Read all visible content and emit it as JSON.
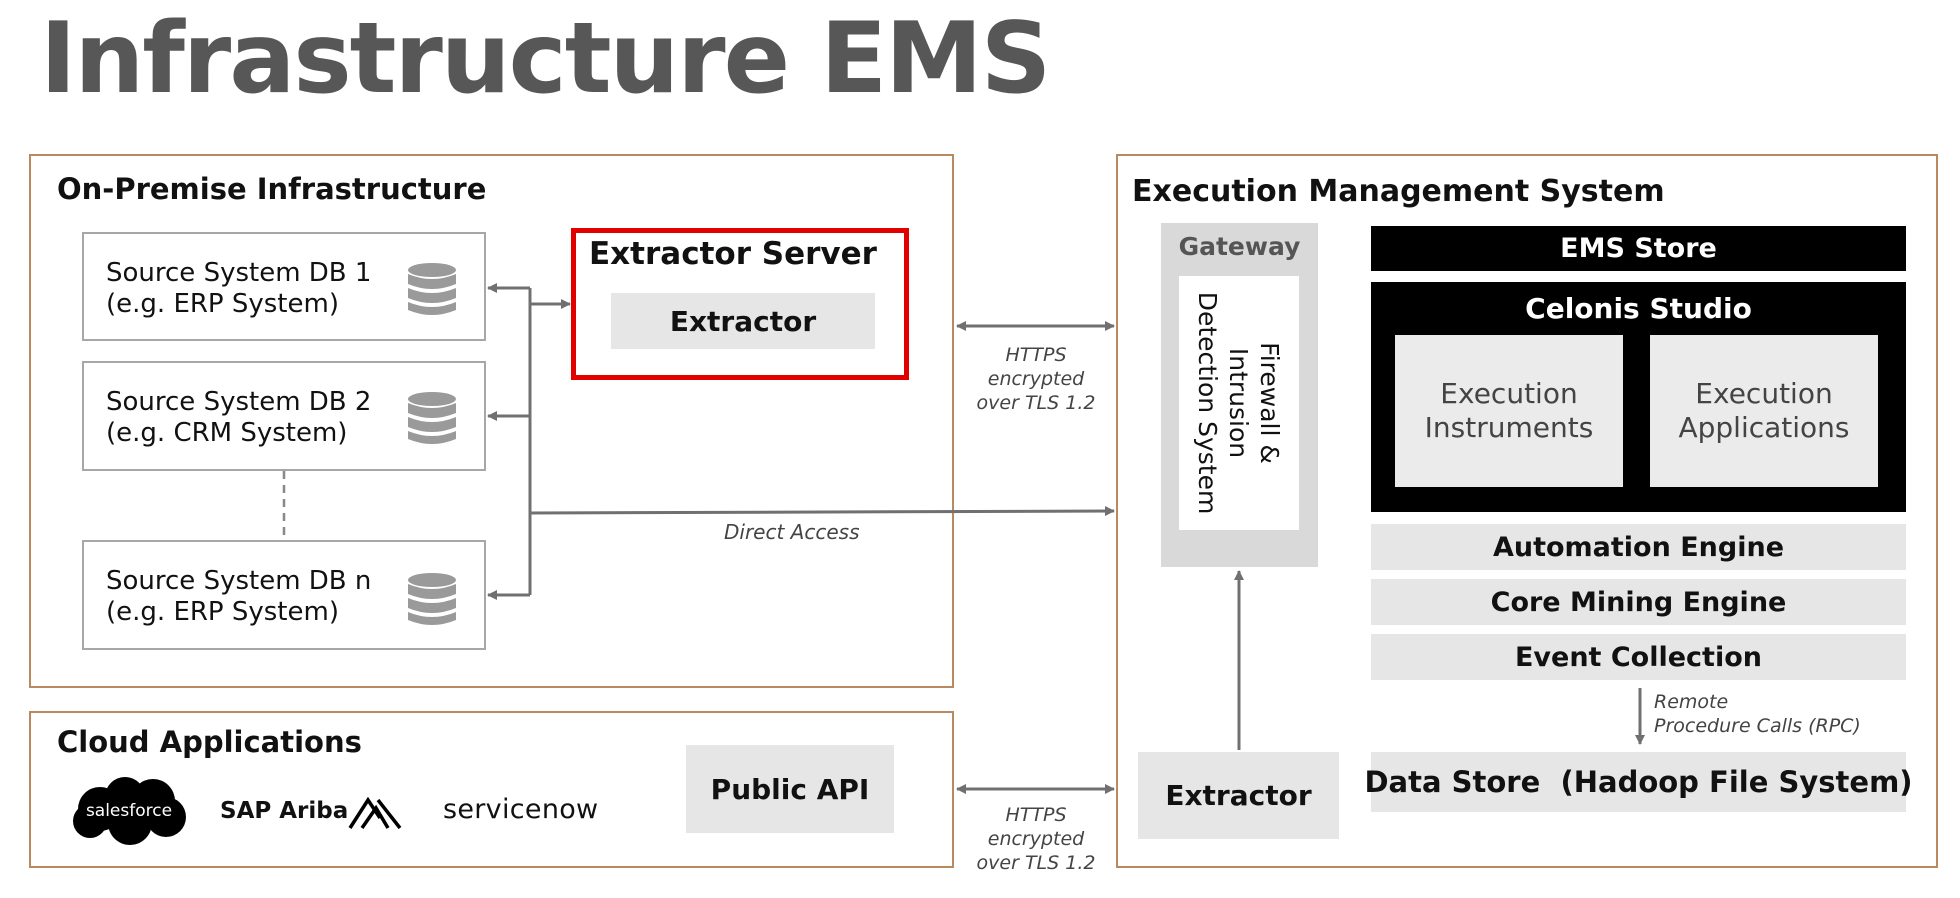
{
  "title": "Infrastructure EMS",
  "on_premise": {
    "title": "On-Premise Infrastructure",
    "databases": [
      {
        "line1": "Source System DB 1",
        "line2": "(e.g. ERP System)",
        "icon": "database-icon"
      },
      {
        "line1": "Source System DB 2",
        "line2": "(e.g. CRM System)",
        "icon": "database-icon"
      },
      {
        "line1": "Source System DB n",
        "line2": "(e.g. ERP System)",
        "icon": "database-icon"
      }
    ],
    "extractor_server": {
      "title": "Extractor Server",
      "inner": "Extractor"
    },
    "direct_access": "Direct Access"
  },
  "connections": {
    "https_top": [
      "HTTPS",
      "encrypted",
      "over TLS 1.2"
    ],
    "https_bottom": [
      "HTTPS",
      "encrypted",
      "over TLS 1.2"
    ]
  },
  "cloud": {
    "title": "Cloud Applications",
    "logos": [
      "salesforce",
      "SAP Ariba",
      "servicenow"
    ],
    "public_api": "Public API"
  },
  "ems": {
    "title": "Execution Management System",
    "gateway": {
      "title": "Gateway",
      "firewall_lines": [
        "Firewall &",
        "Intrusion",
        "Detection System"
      ]
    },
    "store": "EMS Store",
    "studio": {
      "title": "Celonis Studio",
      "items": [
        [
          "Execution",
          "Instruments"
        ],
        [
          "Execution",
          "Applications"
        ]
      ]
    },
    "engines": [
      "Automation Engine",
      "Core Mining Engine",
      "Event Collection"
    ],
    "rpc_note": [
      "Remote",
      "Procedure Calls (RPC)"
    ],
    "data_store": "Data Store  (Hadoop File System)",
    "extractor": "Extractor"
  },
  "colors": {
    "frame": "#b88a5e",
    "highlight": "#e10000",
    "title": "#575757",
    "arrow": "#707070",
    "black": "#000000",
    "grey": "#e6e6e6"
  }
}
